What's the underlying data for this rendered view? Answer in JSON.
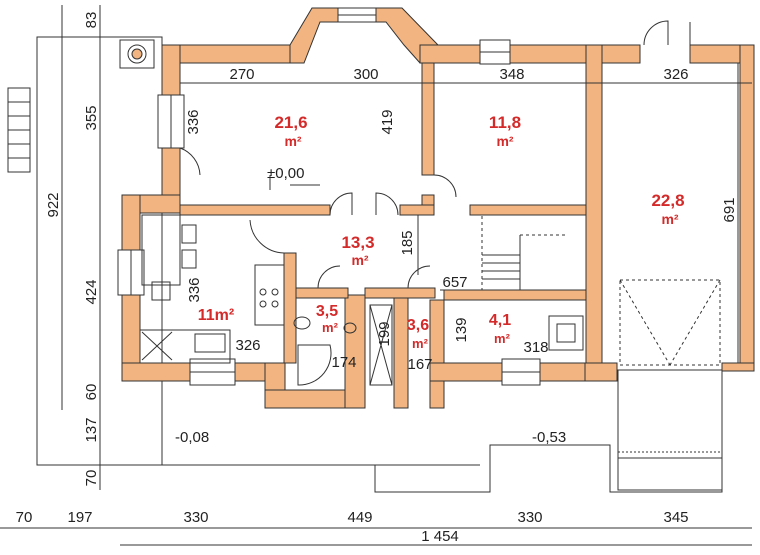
{
  "rooms": {
    "living": {
      "area": "21,6",
      "unit": "m²"
    },
    "room2": {
      "area": "11,8",
      "unit": "m²"
    },
    "garage": {
      "area": "22,8",
      "unit": "m²"
    },
    "hall": {
      "area": "13,3",
      "unit": "m²"
    },
    "kitchen": {
      "area": "11m²"
    },
    "bath": {
      "area": "3,5",
      "unit": "m²"
    },
    "wc": {
      "area": "3,6",
      "unit": "m²"
    },
    "boiler": {
      "area": "4,1",
      "unit": "m²"
    }
  },
  "levels": {
    "floor": "±0,00",
    "terrace": "-0,08",
    "entrance": "-0,53"
  },
  "dimensions": {
    "top": [
      "270",
      "300",
      "348",
      "326"
    ],
    "left": [
      "83",
      "355",
      "922",
      "424",
      "60",
      "137",
      "70"
    ],
    "bottom": [
      "70",
      "197",
      "330",
      "449",
      "330",
      "345"
    ],
    "total": "1 454",
    "internal": {
      "living_h": "336",
      "living_v": "419",
      "hall_v": "185",
      "hall_w": "657",
      "kitchen_h": "336",
      "kitchen_w": "326",
      "bath_w": "174",
      "wc_h": "199",
      "wc_w": "167",
      "boiler_h": "139",
      "boiler_w": "318",
      "garage_h": "691"
    }
  }
}
